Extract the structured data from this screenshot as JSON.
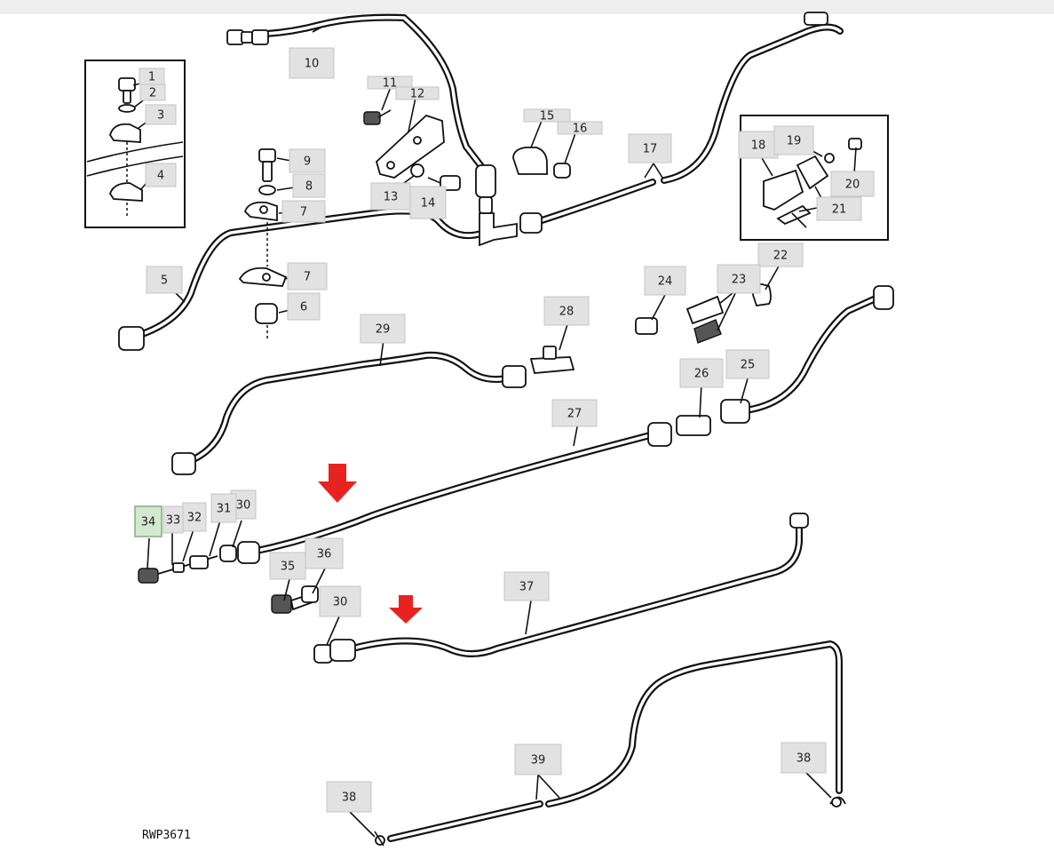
{
  "figure_code": "RWP3671",
  "labels": [
    {
      "text": "1",
      "highlighted": false
    },
    {
      "text": "2",
      "highlighted": false
    },
    {
      "text": "3",
      "highlighted": false
    },
    {
      "text": "4",
      "highlighted": false
    },
    {
      "text": "5",
      "highlighted": false
    },
    {
      "text": "6",
      "highlighted": false
    },
    {
      "text": "7",
      "highlighted": false
    },
    {
      "text": "7",
      "highlighted": false
    },
    {
      "text": "8",
      "highlighted": false
    },
    {
      "text": "9",
      "highlighted": false
    },
    {
      "text": "10",
      "highlighted": false
    },
    {
      "text": "11",
      "highlighted": false
    },
    {
      "text": "12",
      "highlighted": false
    },
    {
      "text": "13",
      "highlighted": false
    },
    {
      "text": "14",
      "highlighted": false
    },
    {
      "text": "15",
      "highlighted": false
    },
    {
      "text": "16",
      "highlighted": false
    },
    {
      "text": "17",
      "highlighted": false
    },
    {
      "text": "18",
      "highlighted": false
    },
    {
      "text": "19",
      "highlighted": false
    },
    {
      "text": "20",
      "highlighted": false
    },
    {
      "text": "21",
      "highlighted": false
    },
    {
      "text": "22",
      "highlighted": false
    },
    {
      "text": "23",
      "highlighted": false
    },
    {
      "text": "24",
      "highlighted": false
    },
    {
      "text": "25",
      "highlighted": false
    },
    {
      "text": "26",
      "highlighted": false
    },
    {
      "text": "27",
      "highlighted": false
    },
    {
      "text": "28",
      "highlighted": false
    },
    {
      "text": "29",
      "highlighted": false
    },
    {
      "text": "30",
      "highlighted": false
    },
    {
      "text": "31",
      "highlighted": false
    },
    {
      "text": "32",
      "highlighted": false
    },
    {
      "text": "33",
      "highlighted": false
    },
    {
      "text": "34",
      "highlighted": true
    },
    {
      "text": "35",
      "highlighted": false
    },
    {
      "text": "36",
      "highlighted": false
    },
    {
      "text": "30",
      "highlighted": false
    },
    {
      "text": "37",
      "highlighted": false
    },
    {
      "text": "38",
      "highlighted": false
    },
    {
      "text": "39",
      "highlighted": false
    },
    {
      "text": "38",
      "highlighted": false
    }
  ],
  "colors": {
    "highlight": "#d4e8d0",
    "label_bg": "#e2e2e2",
    "arrow": "#e8231f"
  }
}
